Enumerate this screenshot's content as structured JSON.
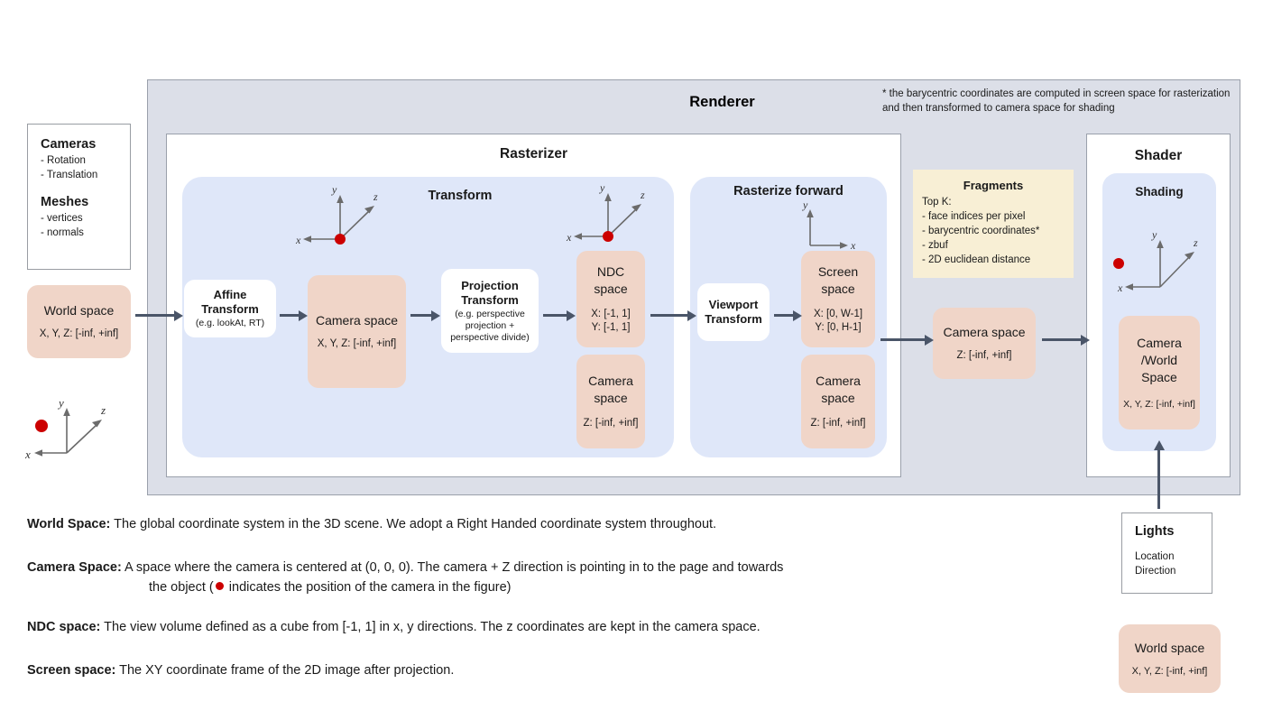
{
  "renderer": {
    "title": "Renderer",
    "footnote": "* the barycentric coordinates are computed in screen space for rasterization and then transformed to camera space for shading"
  },
  "rasterizer": {
    "title": "Rasterizer",
    "transform": {
      "title": "Transform",
      "affine": {
        "line1": "Affine",
        "line2": "Transform",
        "note": "(e.g. lookAt, RT)"
      },
      "camera_space": {
        "title": "Camera space",
        "range": "X, Y, Z: [-inf, +inf]"
      },
      "projection": {
        "line1": "Projection",
        "line2": "Transform",
        "note": "(e.g. perspective projection + perspective divide)"
      },
      "ndc_space": {
        "line1": "NDC",
        "line2": "space",
        "range_x": "X: [-1, 1]",
        "range_y": "Y: [-1, 1]"
      },
      "camera_space_z": {
        "line1": "Camera",
        "line2": "space",
        "range": "Z: [-inf, +inf]"
      }
    },
    "rasterize_forward": {
      "title": "Rasterize forward",
      "viewport": {
        "line1": "Viewport",
        "line2": "Transform"
      },
      "screen_space": {
        "line1": "Screen",
        "line2": "space",
        "range_x": "X: [0, W-1]",
        "range_y": "Y: [0,  H-1]"
      },
      "camera_space_z": {
        "line1": "Camera",
        "line2": "space",
        "range": "Z: [-inf, +inf]"
      }
    }
  },
  "fragments": {
    "title": "Fragments",
    "lead": "Top K:",
    "items": [
      "- face indices per pixel",
      "- barycentric coordinates*",
      "- zbuf",
      "- 2D euclidean distance"
    ]
  },
  "fragments_camera_space": {
    "title": "Camera space",
    "range": "Z: [-inf, +inf]"
  },
  "shader": {
    "title": "Shader",
    "shading_title": "Shading",
    "camera_world": {
      "line1": "Camera",
      "line2": "/World",
      "line3": "Space",
      "range": "X, Y, Z: [-inf, +inf]"
    }
  },
  "inputs_card": {
    "cameras_heading": "Cameras",
    "cameras_items": [
      "- Rotation",
      "- Translation"
    ],
    "meshes_heading": "Meshes",
    "meshes_items": [
      "- vertices",
      "- normals"
    ]
  },
  "world_space_input": {
    "title": "World space",
    "range": "X, Y, Z: [-inf, +inf]"
  },
  "lights_card": {
    "heading": "Lights",
    "items": [
      "Location",
      "Direction"
    ]
  },
  "lights_world_space": {
    "title": "World space",
    "range": "X, Y, Z: [-inf, +inf]"
  },
  "axes": {
    "x": "x",
    "y": "y",
    "z": "z"
  },
  "descriptions": [
    {
      "term": "World Space:",
      "text": " The global coordinate system in the 3D scene. We adopt a Right Handed coordinate system throughout.",
      "indent": ""
    },
    {
      "term": "Camera Space:",
      "text": " A space where the camera is centered at (0, 0, 0). The camera + Z direction is pointing in to the page and towards",
      "indent_before": "the object (",
      "indent_after": " indicates the position of the camera in the figure)"
    },
    {
      "term": "NDC space:",
      "text": " The view volume defined as a cube from [-1, 1] in x, y directions. The z coordinates are kept in the camera space.",
      "indent": ""
    },
    {
      "term": "Screen space:",
      "text": " The XY coordinate frame of the 2D image after projection.",
      "indent": ""
    }
  ],
  "colors": {
    "peach": "#F0D5C8",
    "light_blue": "#DFE7F9",
    "renderer_bg": "#DCDFE8",
    "fragments_yellow": "#F8EFD5",
    "arrow": "#4A5568",
    "camera_dot": "#CC0000"
  }
}
